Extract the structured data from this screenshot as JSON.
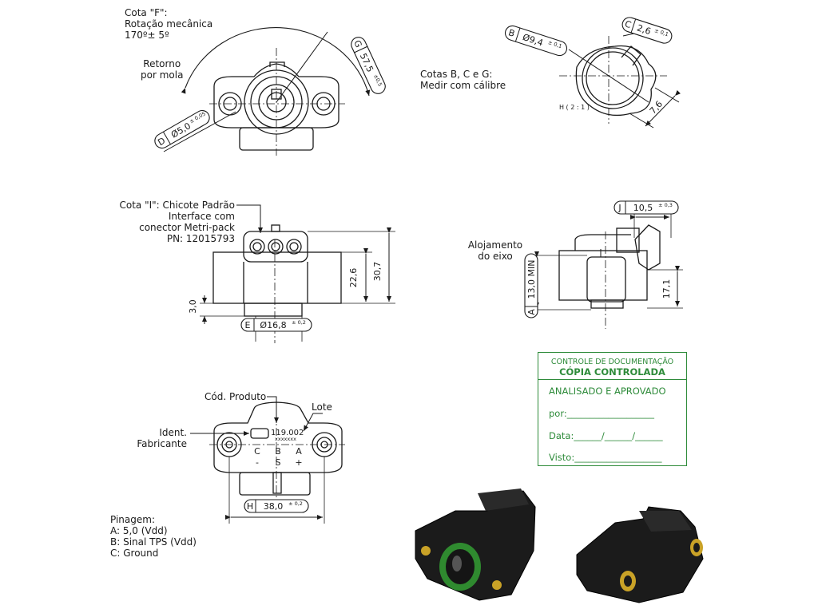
{
  "notes": {
    "cota_f": [
      "Cota \"F\":",
      "Rotação mecânica",
      "170º± 5º"
    ],
    "retorno": [
      "Retorno",
      "por mola"
    ],
    "cotas_bcg": [
      "Cotas B, C e G:",
      "Medir com cálibre"
    ],
    "cota_i": [
      "Cota \"I\": Chicote Padrão",
      "Interface com",
      "conector Metri-pack",
      "PN: 12015793"
    ],
    "alojamento": [
      "Alojamento",
      "do eixo"
    ],
    "cod_produto": "Cód. Produto",
    "lote": "Lote",
    "ident": [
      "Ident.",
      "Fabricante"
    ],
    "pinagem": [
      "Pinagem:",
      "A: 5,0 (Vdd)",
      "B: Sinal TPS (Vdd)",
      "C: Ground"
    ],
    "scale": "H ( 2 : 1 )",
    "part_number": "119.002",
    "lot_mark": "xxxxxxx"
  },
  "pins": {
    "letters": [
      "C",
      "B",
      "A"
    ],
    "signs": [
      "-",
      "S",
      "+"
    ]
  },
  "dimensions": {
    "D": {
      "letter": "D",
      "value": "Ø5,0",
      "tol": "± 0,05"
    },
    "G": {
      "letter": "G",
      "value": "57,5",
      "tol": "±0,5"
    },
    "B": {
      "letter": "B",
      "value": "Ø9,4",
      "tol": "± 0,1"
    },
    "C": {
      "letter": "C",
      "value": "2,6",
      "tol": "± 0,1"
    },
    "E": {
      "letter": "E",
      "value": "Ø16,8",
      "tol": "± 0,2"
    },
    "J": {
      "letter": "J",
      "value": "10,5",
      "tol": "± 0,3"
    },
    "A": {
      "letter": "A",
      "value": "13,0 MIN"
    },
    "H": {
      "letter": "H",
      "value": "38,0",
      "tol": "± 0,2"
    },
    "plain": {
      "d76": "7,6",
      "d226": "22,6",
      "d307": "30,7",
      "d30": "3,0",
      "d171": "17,1"
    }
  },
  "stamp": {
    "line1": "CONTROLE DE DOCUMENTAÇÃO",
    "line2": "CÓPIA CONTROLADA",
    "line3": "ANALISADO E APROVADO",
    "line4": "por:___________________",
    "line5": "Data:______/______/______",
    "line6": "Visto:___________________"
  },
  "colors": {
    "stamp": "#2e8b3a",
    "line": "#1a1a1a",
    "seal": "#2f8a2f",
    "brass": "#c9a227"
  }
}
